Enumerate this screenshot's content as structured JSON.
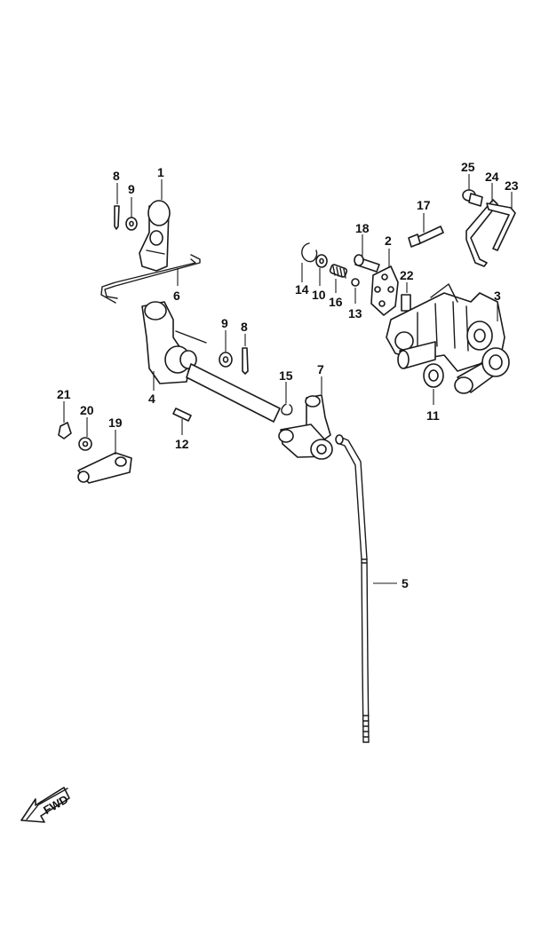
{
  "callouts": [
    {
      "id": "1",
      "label": "1"
    },
    {
      "id": "2",
      "label": "2"
    },
    {
      "id": "3",
      "label": "3"
    },
    {
      "id": "4",
      "label": "4"
    },
    {
      "id": "5",
      "label": "5"
    },
    {
      "id": "6",
      "label": "6"
    },
    {
      "id": "7",
      "label": "7"
    },
    {
      "id": "8a",
      "label": "8"
    },
    {
      "id": "8b",
      "label": "8"
    },
    {
      "id": "9a",
      "label": "9"
    },
    {
      "id": "9b",
      "label": "9"
    },
    {
      "id": "10",
      "label": "10"
    },
    {
      "id": "11",
      "label": "11"
    },
    {
      "id": "12",
      "label": "12"
    },
    {
      "id": "13",
      "label": "13"
    },
    {
      "id": "14",
      "label": "14"
    },
    {
      "id": "15",
      "label": "15"
    },
    {
      "id": "16",
      "label": "16"
    },
    {
      "id": "17",
      "label": "17"
    },
    {
      "id": "18",
      "label": "18"
    },
    {
      "id": "19",
      "label": "19"
    },
    {
      "id": "20",
      "label": "20"
    },
    {
      "id": "21",
      "label": "21"
    },
    {
      "id": "22",
      "label": "22"
    },
    {
      "id": "23",
      "label": "23"
    },
    {
      "id": "24",
      "label": "24"
    },
    {
      "id": "25",
      "label": "25"
    }
  ],
  "fwd": {
    "label": "FWD"
  }
}
